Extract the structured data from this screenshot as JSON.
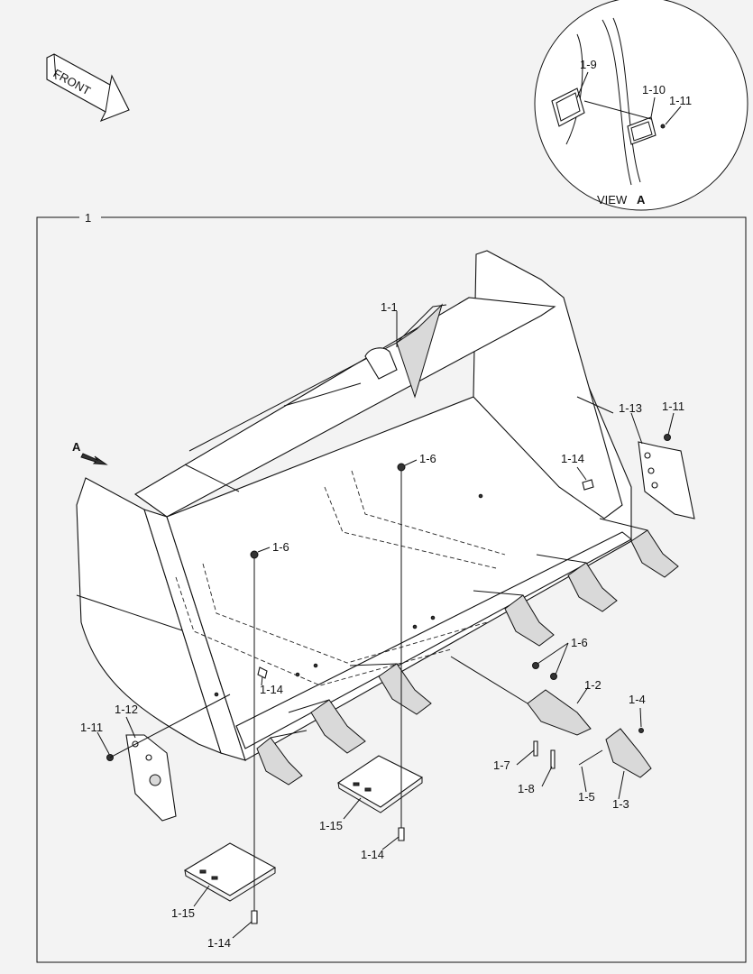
{
  "diagram": {
    "front_label": "FRONT",
    "view_label": "VIEW",
    "view_letter": "A",
    "view_arrow_letter": "A",
    "frame_number": "1",
    "callouts": [
      {
        "id": "1-9",
        "text": "1-9"
      },
      {
        "id": "1-10",
        "text": "1-10"
      },
      {
        "id": "1-11a",
        "text": "1-11"
      },
      {
        "id": "1-1",
        "text": "1-1"
      },
      {
        "id": "1-13",
        "text": "1-13"
      },
      {
        "id": "1-11b",
        "text": "1-11"
      },
      {
        "id": "1-14a",
        "text": "1-14"
      },
      {
        "id": "1-6a",
        "text": "1-6"
      },
      {
        "id": "1-6b",
        "text": "1-6"
      },
      {
        "id": "1-14b",
        "text": "1-14"
      },
      {
        "id": "1-6c",
        "text": "1-6"
      },
      {
        "id": "1-2",
        "text": "1-2"
      },
      {
        "id": "1-4",
        "text": "1-4"
      },
      {
        "id": "1-12",
        "text": "1-12"
      },
      {
        "id": "1-11c",
        "text": "1-11"
      },
      {
        "id": "1-7",
        "text": "1-7"
      },
      {
        "id": "1-8",
        "text": "1-8"
      },
      {
        "id": "1-5",
        "text": "1-5"
      },
      {
        "id": "1-3",
        "text": "1-3"
      },
      {
        "id": "1-15a",
        "text": "1-15"
      },
      {
        "id": "1-14c",
        "text": "1-14"
      },
      {
        "id": "1-15b",
        "text": "1-15"
      },
      {
        "id": "1-14d",
        "text": "1-14"
      }
    ]
  }
}
